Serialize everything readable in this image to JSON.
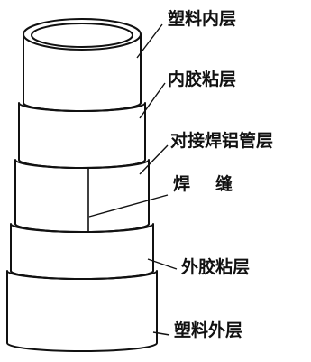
{
  "diagram": {
    "layers": {
      "inner_plastic": "塑料内层",
      "inner_adhesive": "内胶粘层",
      "butt_welded_aluminum_tube": "对接焊铝管层",
      "weld_seam": "焊缝",
      "outer_adhesive": "外胶粘层",
      "outer_plastic": "塑料外层"
    },
    "colors": {
      "stroke": "#111111",
      "fill": "#ffffff"
    }
  }
}
